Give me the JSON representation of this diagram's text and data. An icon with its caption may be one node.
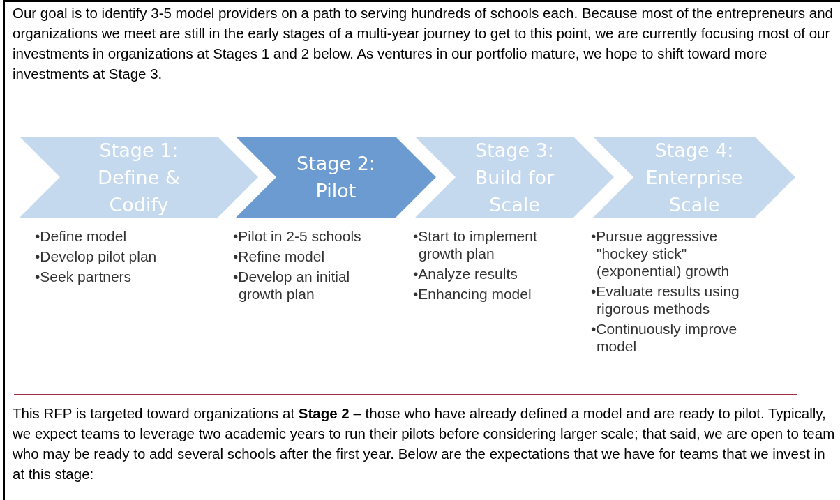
{
  "diagram": {
    "nodes": [
      {
        "text": [
          "Stage 1: Define & Codify"
        ],
        "beside": [
          "•Define model",
          "•Develop pilot plan",
          "•Seek partners"
        ]
      },
      {
        "text": [
          "Stage 2: Pilot"
        ],
        "beside": [
          "•Pilot in 2-5 schools",
          "•Refine model",
          "•Develop an initial growth plan"
        ]
      },
      {
        "text": [
          "Stage 3: Build for Scale"
        ],
        "beside": [
          "•Start to implement growth plan",
          "•Analyze results",
          "•Enhancing model"
        ]
      },
      {
        "text": [
          "Stage 4: Enterprise Scale"
        ],
        "beside": [
          "•Pursue aggressive \"hockey stick\" (exponential) growth",
          "•Evaluate results using rigorous methods",
          "•Continuously improve model"
        ]
      }
    ],
    "labels": [
      "Our goal is to identify 3-5 model providers on a path to serving hundreds of schools each. Because most of the entrepreneurs and organizations we meet are still in the early stages of a multi-year journey to get to this point, we are currently focusing most of our investments in organizations at Stages 1 and 2 below. As ventures in our portfolio mature, we hope to shift toward more investments at Stage 3.",
      "This RFP is targeted toward organizations at **Stage 2** – those who have already defined a model and are ready to pilot. Typically, we expect teams to leverage two academic years to run their pilots before considering larger scale; that said, we are open to team who may be ready to add several schools after the first year. Below are the expectations that we have for teams that we invest in at this stage:"
    ]
  }
}
